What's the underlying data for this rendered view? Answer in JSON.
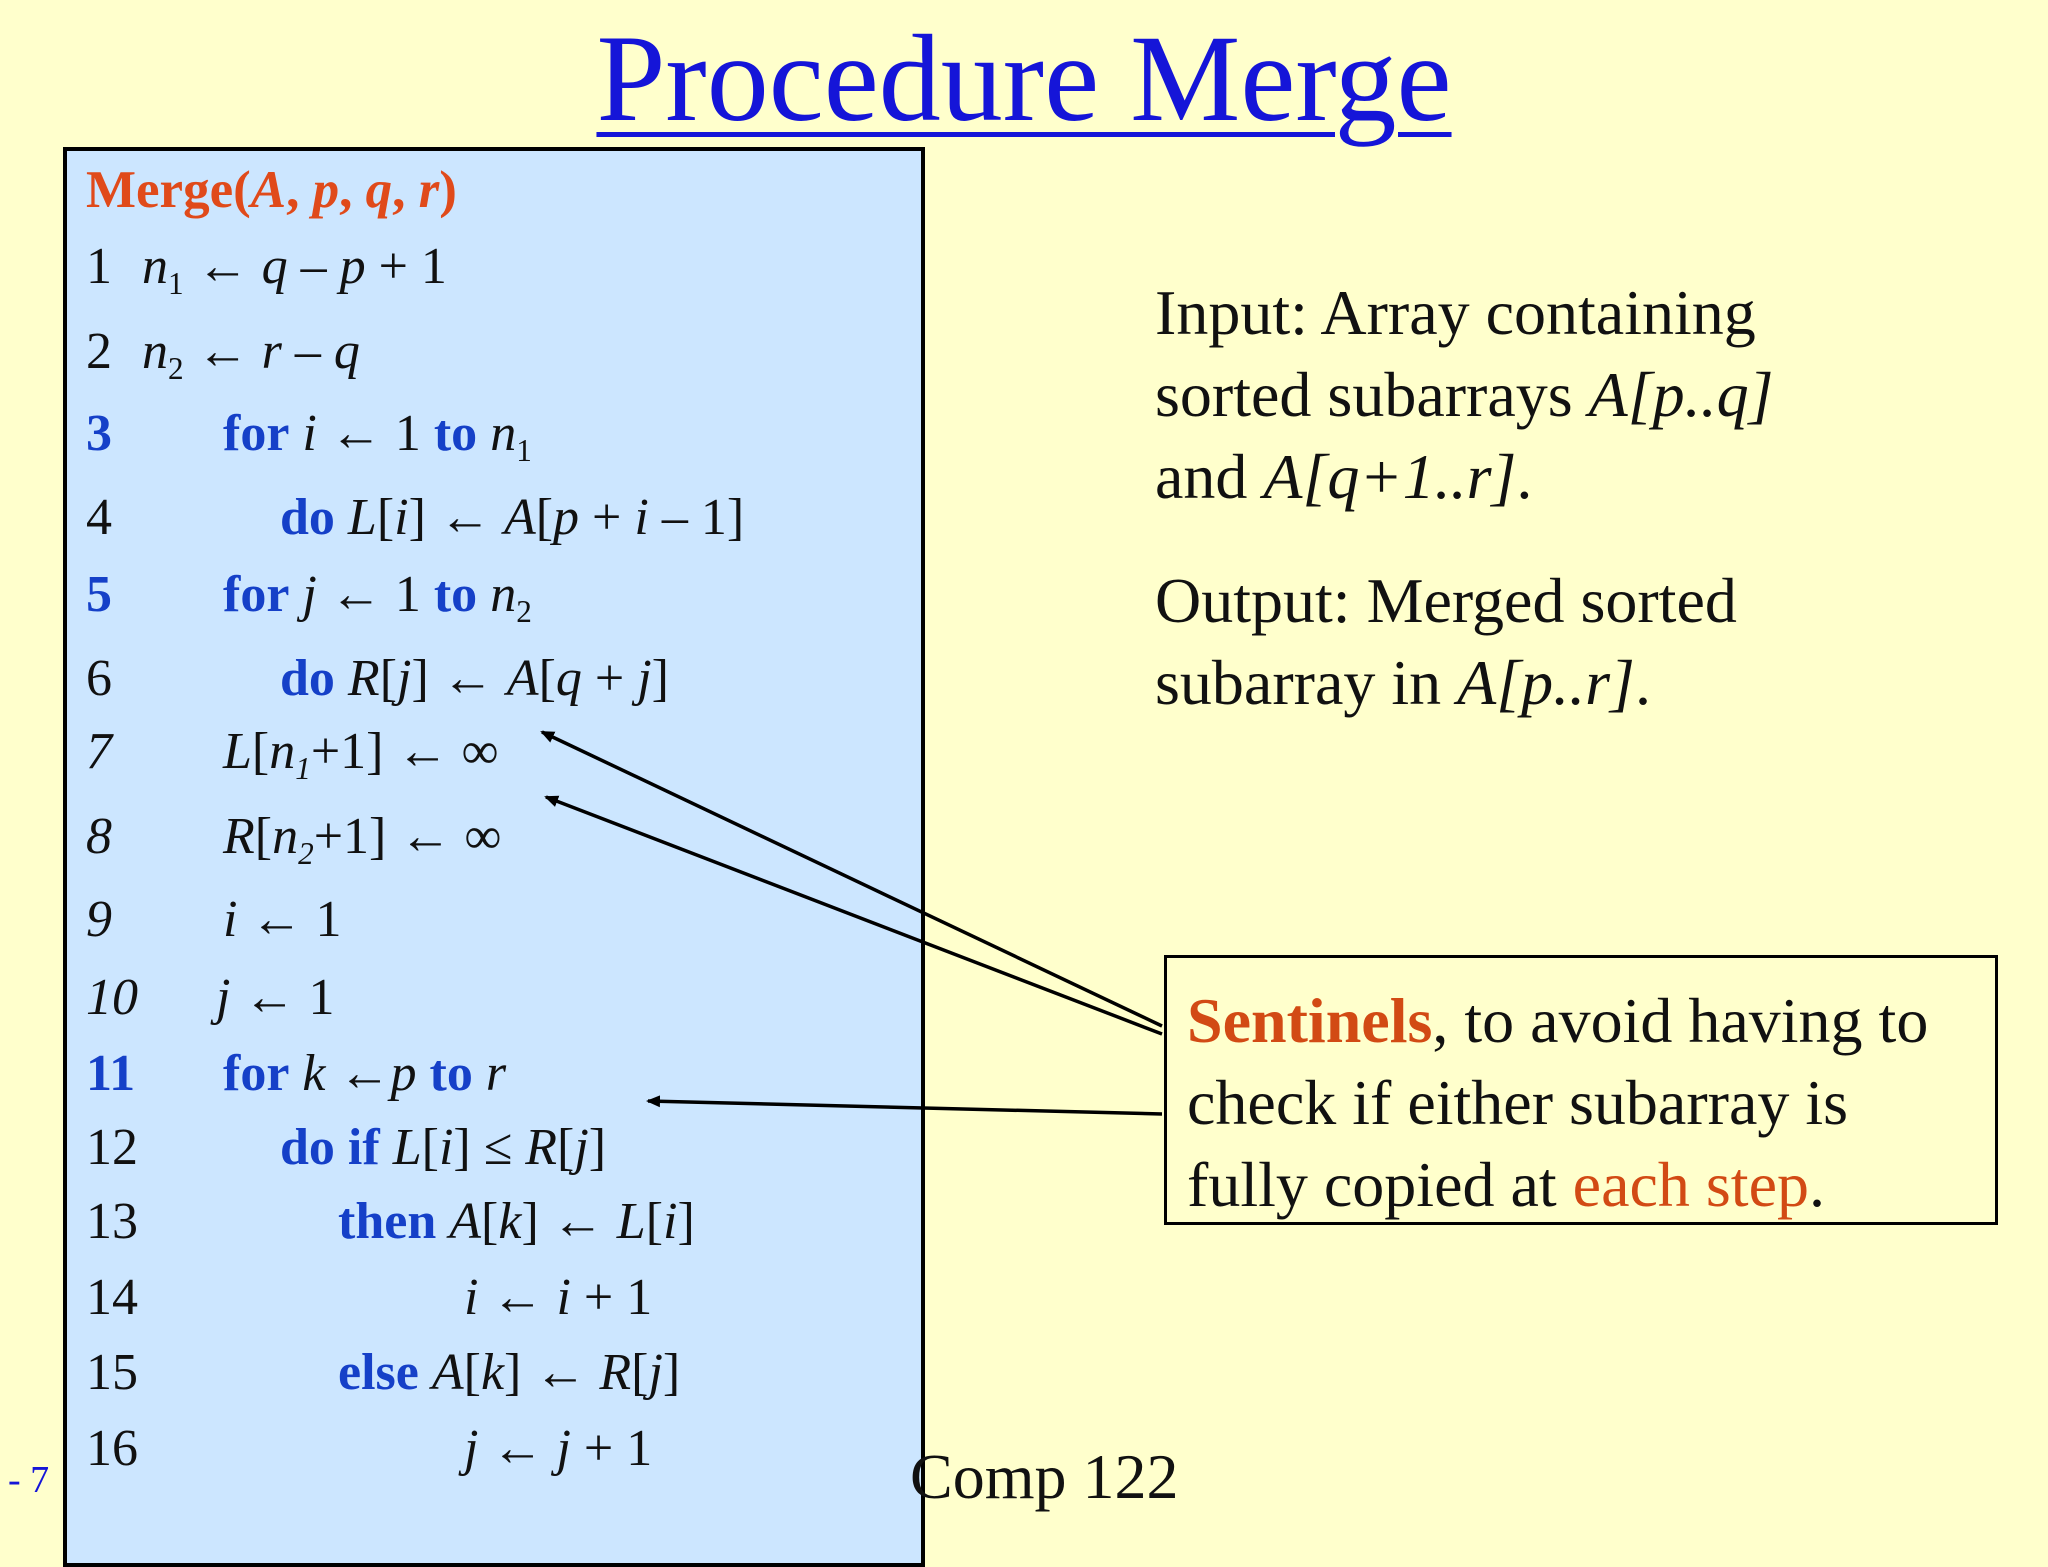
{
  "slide": {
    "title": "Procedure Merge",
    "footer_left": "- 7",
    "footer_course": "Comp 122"
  },
  "code": {
    "header": {
      "name": "Merge(",
      "args": [
        "A",
        "p",
        "q",
        "r"
      ],
      "sep": ", ",
      "close": ")"
    },
    "lines": [
      {
        "num": "1",
        "html": "<i>n</i><sub>1</sub> ← <i>q</i> – <i>p</i> + 1"
      },
      {
        "num": "2",
        "html": "<i>n</i><sub>2</sub> ← <i>r</i> – <i>q</i>"
      },
      {
        "num": "3",
        "html": "<span class=\"kw\">for</span> <i>i</i> ← 1 <span class=\"kw\">to</span> <i>n</i><sub>1</sub>"
      },
      {
        "num": "4",
        "html": "<span class=\"kw\">do</span> <i>L</i>[<i>i</i>] ← <i>A</i>[<i>p</i> + <i>i</i> – 1]"
      },
      {
        "num": "5",
        "html": "<span class=\"kw\">for</span> <i>j</i> ← 1 <span class=\"kw\">to</span> <i>n</i><sub>2</sub>"
      },
      {
        "num": "6",
        "html": "<span class=\"kw\">do</span> <i>R</i>[<i>j</i>] ← <i>A</i>[<i>q</i> + <i>j</i>]"
      },
      {
        "num": "7",
        "html": "<i>L</i>[<i>n</i><sub><i>1</i></sub>+1] ← ∞"
      },
      {
        "num": "8",
        "html": "<i>R</i>[<i>n</i><sub><i>2</i></sub>+1] ← ∞"
      },
      {
        "num": "9",
        "html": "<i>i</i> ← 1"
      },
      {
        "num": "10",
        "html": "<i>j</i> ← 1"
      },
      {
        "num": "11",
        "html": "<span class=\"kw\">for</span> <i>k</i> ←<i>p</i> <span class=\"kw\">to</span> <i>r</i>"
      },
      {
        "num": "12",
        "html": "<span class=\"kw\">do if</span> <i>L</i>[<i>i</i>] ≤ <i>R</i>[<i>j</i>]"
      },
      {
        "num": "13",
        "html": "<span class=\"kw\">then</span> <i>A</i>[<i>k</i>] ← <i>L</i>[<i>i</i>]"
      },
      {
        "num": "14",
        "html": "<i>i</i> ← <i>i</i> + 1"
      },
      {
        "num": "15",
        "html": "<span class=\"kw\">else</span> <i>A</i>[<i>k</i>] ← <i>R</i>[<i>j</i>]"
      },
      {
        "num": "16",
        "html": "<i>j</i> ← <i>j</i> + 1"
      }
    ]
  },
  "input_text": {
    "line1": "Input: Array containing",
    "line2_pre": "sorted subarrays ",
    "line2_math": "A[p..q]",
    "line3_pre": "and ",
    "line3_math": "A[q+1..r]",
    "line3_post": "."
  },
  "output_text": {
    "line1": "Output: Merged sorted",
    "line2_pre": "subarray in ",
    "line2_math": "A[p..r]",
    "line2_post": "."
  },
  "sentinel_note": {
    "strong": "Sentinels",
    "rest1": ", to avoid having to",
    "line2": "check if either subarray is",
    "line3_pre": "fully copied at ",
    "line3_emph": "each step",
    "line3_post": "."
  }
}
